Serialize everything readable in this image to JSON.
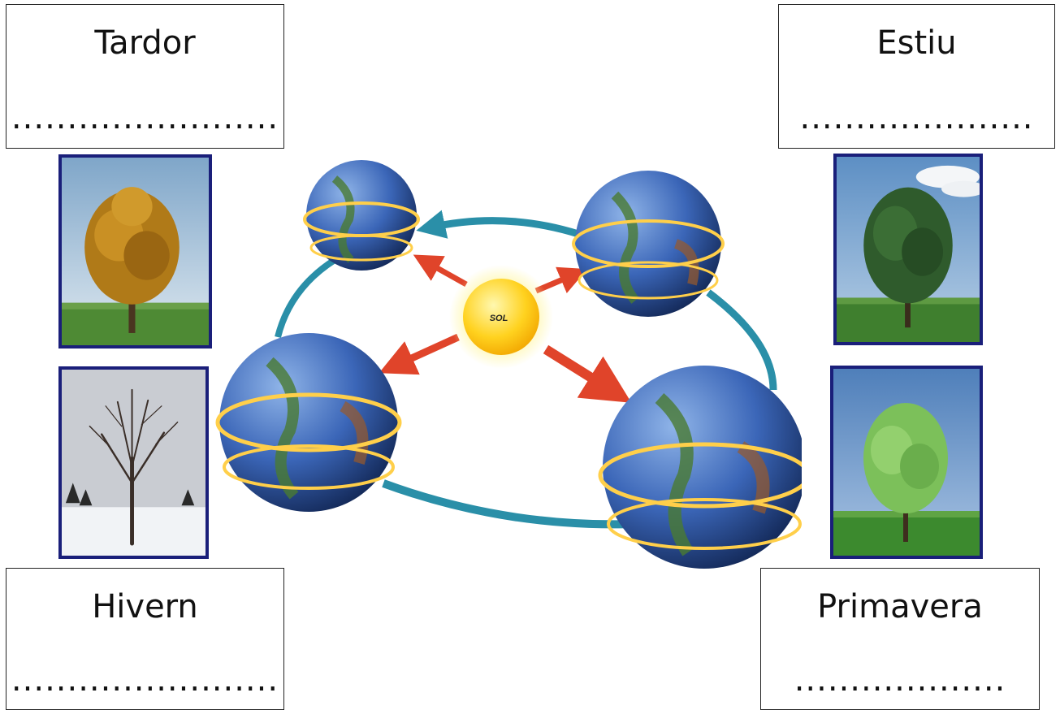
{
  "seasons": {
    "autumn": {
      "label": "Tardor",
      "blank": "........................"
    },
    "summer": {
      "label": "Estiu",
      "blank": "....................."
    },
    "winter": {
      "label": "Hivern",
      "blank": "........................"
    },
    "spring": {
      "label": "Primavera",
      "blank": "..................."
    }
  },
  "diagram": {
    "sun_label": "SOL"
  },
  "colors": {
    "photo_border": "#1a1f7a",
    "orbit": "#2a8fa8",
    "arrow": "#e0442a",
    "sun": "#ffd21f"
  }
}
